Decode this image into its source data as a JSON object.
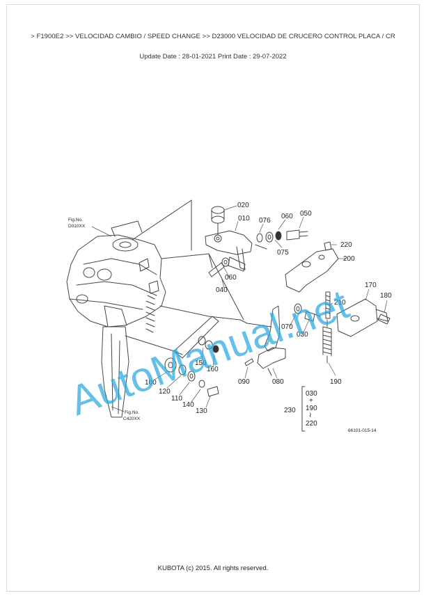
{
  "header": {
    "breadcrumb": "> F1900E2 >> VELOCIDAD CAMBIO / SPEED CHANGE >> D23000   VELOCIDAD DE CRUCERO CONTROL PLACA / CR",
    "dates": "Update Date : 28-01-2021   Print Date : 29-07-2022"
  },
  "diagram": {
    "fig_ref_top": {
      "line1": "Fig.No.",
      "line2": "D010XX"
    },
    "fig_ref_bottom": {
      "line1": "Fig.No.",
      "line2": "C420XX"
    },
    "drawing_number": "66101-015-14",
    "watermark": "AutoManual.net",
    "part_numbers": [
      "020",
      "010",
      "076",
      "060",
      "050",
      "075",
      "220",
      "200",
      "060",
      "040",
      "170",
      "180",
      "210",
      "070",
      "030",
      "190",
      "150",
      "160",
      "090",
      "080",
      "100",
      "120",
      "110",
      "140",
      "130"
    ],
    "kit": {
      "id": "230",
      "items": [
        "030",
        "190",
        "220"
      ]
    }
  },
  "footer": {
    "copyright": "KUBOTA (c) 2015. All rights reserved."
  }
}
